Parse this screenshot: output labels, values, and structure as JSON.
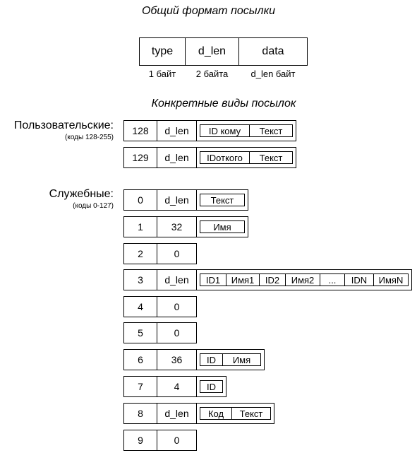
{
  "general": {
    "title": "Общий формат посылки",
    "fields": [
      "type",
      "d_len",
      "data"
    ],
    "sizes": [
      "1 байт",
      "2 байта",
      "d_len байт"
    ]
  },
  "specific": {
    "title": "Конкретные виды посылок"
  },
  "user": {
    "label": "Пользовательские:",
    "sub": "(коды 128-255)",
    "rows": [
      {
        "type": "128",
        "len": "d_len",
        "data": [
          "ID кому",
          "Текст"
        ]
      },
      {
        "type": "129",
        "len": "d_len",
        "data": [
          "IDоткого",
          "Текст"
        ]
      }
    ]
  },
  "service": {
    "label": "Служебные:",
    "sub": "(коды 0-127)",
    "rows": [
      {
        "type": "0",
        "len": "d_len",
        "data": [
          "Текст"
        ]
      },
      {
        "type": "1",
        "len": "32",
        "data": [
          "Имя"
        ]
      },
      {
        "type": "2",
        "len": "0",
        "data": []
      },
      {
        "type": "3",
        "len": "d_len",
        "data": [
          "ID1",
          "Имя1",
          "ID2",
          "Имя2",
          "...",
          "IDN",
          "ИмяN"
        ]
      },
      {
        "type": "4",
        "len": "0",
        "data": []
      },
      {
        "type": "5",
        "len": "0",
        "data": []
      },
      {
        "type": "6",
        "len": "36",
        "data": [
          "ID",
          "Имя"
        ]
      },
      {
        "type": "7",
        "len": "4",
        "data": [
          "ID"
        ]
      },
      {
        "type": "8",
        "len": "d_len",
        "data": [
          "Код",
          "Текст"
        ]
      },
      {
        "type": "9",
        "len": "0",
        "data": []
      }
    ]
  }
}
